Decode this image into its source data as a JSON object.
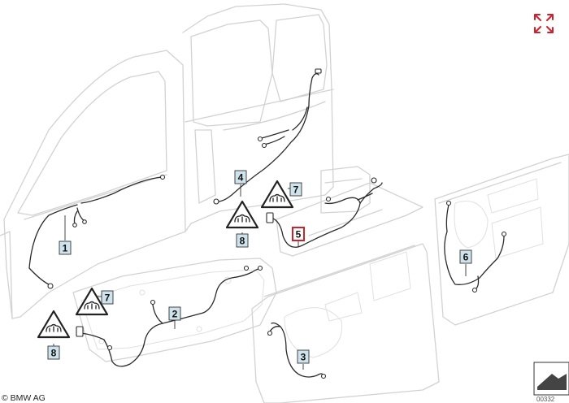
{
  "diagram": {
    "part_labels": [
      {
        "id": "1",
        "number": "1",
        "selected": false
      },
      {
        "id": "2",
        "number": "2",
        "selected": false
      },
      {
        "id": "3",
        "number": "3",
        "selected": false
      },
      {
        "id": "4",
        "number": "4",
        "selected": false
      },
      {
        "id": "5",
        "number": "5",
        "selected": true
      },
      {
        "id": "6",
        "number": "6",
        "selected": false
      },
      {
        "id": "7a",
        "number": "7",
        "selected": false
      },
      {
        "id": "7b",
        "number": "7",
        "selected": false
      },
      {
        "id": "8a",
        "number": "8",
        "selected": false
      },
      {
        "id": "8b",
        "number": "8",
        "selected": false
      }
    ],
    "copyright": "© BMW AG",
    "image_number": "00332",
    "colors": {
      "selected_border": "#d0202c",
      "label_fill": "#cfe3ec",
      "expand_icon": "#d0202c"
    }
  },
  "toolbar": {
    "expand_icon": "expand-arrows-icon"
  }
}
